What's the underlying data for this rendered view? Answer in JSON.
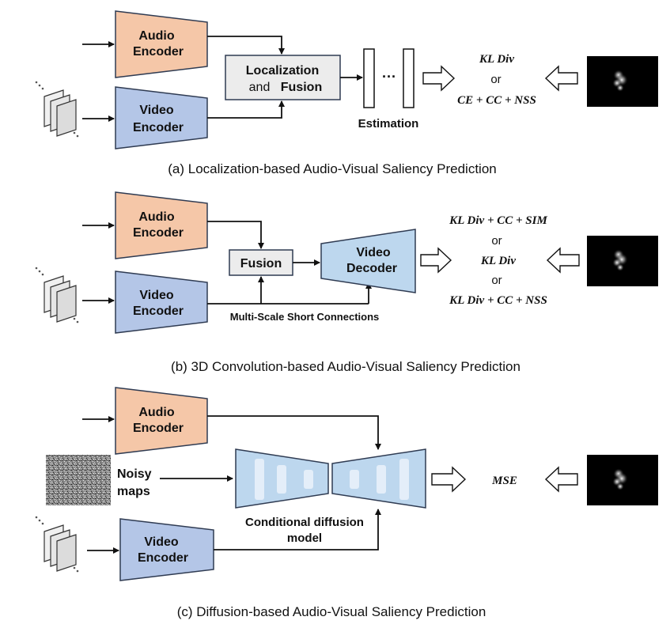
{
  "panel_a": {
    "audio_encoder": [
      "Audio",
      "Encoder"
    ],
    "video_encoder": [
      "Video",
      "Encoder"
    ],
    "fusion_box": [
      "Localization",
      "and",
      "Fusion"
    ],
    "dots": "···",
    "estimation": "Estimation",
    "loss": [
      "KL Div",
      "or",
      "CE + CC + NSS"
    ],
    "caption": "(a) Localization-based Audio-Visual Saliency Prediction"
  },
  "panel_b": {
    "audio_encoder": [
      "Audio",
      "Encoder"
    ],
    "video_encoder": [
      "Video",
      "Encoder"
    ],
    "fusion": "Fusion",
    "decoder": [
      "Video",
      "Decoder"
    ],
    "connections": "Multi-Scale Short Connections",
    "loss": [
      "KL Div + CC + SIM",
      "or",
      "KL Div",
      "or",
      "KL Div + CC + NSS"
    ],
    "caption": "(b) 3D Convolution-based Audio-Visual Saliency Prediction"
  },
  "panel_c": {
    "audio_encoder": [
      "Audio",
      "Encoder"
    ],
    "video_encoder": [
      "Video",
      "Encoder"
    ],
    "noisy": [
      "Noisy",
      "maps"
    ],
    "diffusion": [
      "Conditional diffusion",
      "model"
    ],
    "loss": "MSE",
    "caption": "(c) Diffusion-based Audio-Visual Saliency Prediction"
  },
  "colors": {
    "audio_fill": "#f5c7a8",
    "video_fill": "#b4c6e7",
    "fusion_fill": "#ececec",
    "decoder_fill": "#bdd7ee",
    "stroke": "#2f3b52"
  }
}
